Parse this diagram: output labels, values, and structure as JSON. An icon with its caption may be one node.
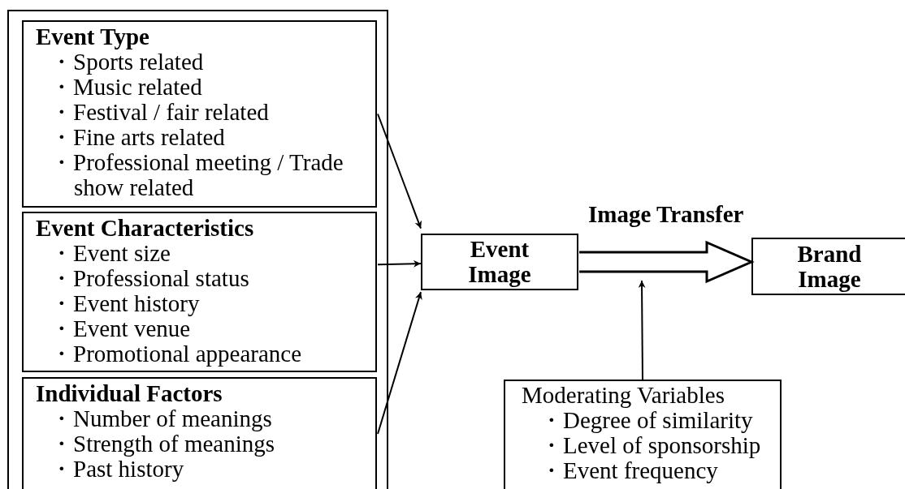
{
  "diagram": {
    "nodes": [
      {
        "text": [],
        "shape": "box"
      },
      {
        "text": [
          "Event Type",
          "・Sports related",
          "・Music related",
          "・Festival / fair related",
          "・Fine arts related",
          "・Professional meeting / Trade show related"
        ],
        "in": 0
      },
      {
        "text": [
          "Event Characteristics",
          "・Event size",
          "・Professional status",
          "・Event history",
          "・Event venue",
          "・Promotional appearance"
        ],
        "in": 0
      },
      {
        "text": [
          "Individual Factors",
          "・Number of meanings",
          "・Strength of meanings",
          "・Past history"
        ],
        "in": 0
      },
      {
        "text": [
          "Event Image"
        ]
      },
      {
        "text": [
          "Brand Image"
        ]
      },
      {
        "text": [
          "Moderating Variables",
          "・Degree of similarity",
          "・Level of sponsorship",
          "・Event frequency"
        ]
      }
    ],
    "edges": [
      {
        "from": 1,
        "to": 4,
        "arrow": "to"
      },
      {
        "from": 2,
        "to": 4,
        "arrow": "to"
      },
      {
        "from": 3,
        "to": 4,
        "arrow": "to"
      },
      {
        "from": 4,
        "to": 5,
        "arrow": "to",
        "label": "Image Transfer",
        "style": "thick"
      },
      {
        "from": 6,
        "to": null,
        "arrow": "to"
      }
    ]
  }
}
